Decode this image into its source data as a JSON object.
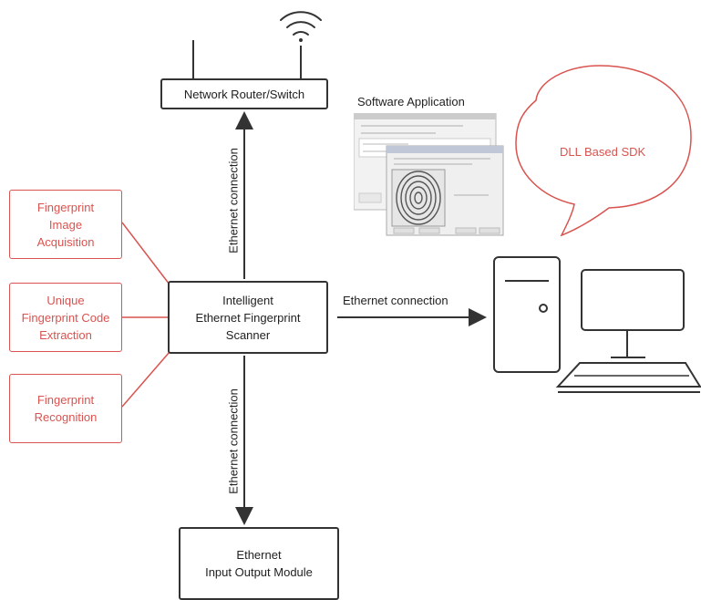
{
  "diagram": {
    "router_label": "Network Router/Switch",
    "scanner_label": "Intelligent\nEthernet Fingerprint\nScanner",
    "io_module_label": "Ethernet\nInput Output Module",
    "software_label": "Software Application",
    "sdk_label": "DLL Based SDK",
    "edges": {
      "up": "Ethernet connection",
      "right": "Ethernet connection",
      "down": "Ethernet connection"
    },
    "features": [
      {
        "label": "Fingerprint\nImage\nAcquisition"
      },
      {
        "label": "Unique\nFingerprint Code\nExtraction"
      },
      {
        "label": "Fingerprint\nRecognition"
      }
    ],
    "colors": {
      "accent": "#d9534f",
      "line": "#333333"
    }
  }
}
